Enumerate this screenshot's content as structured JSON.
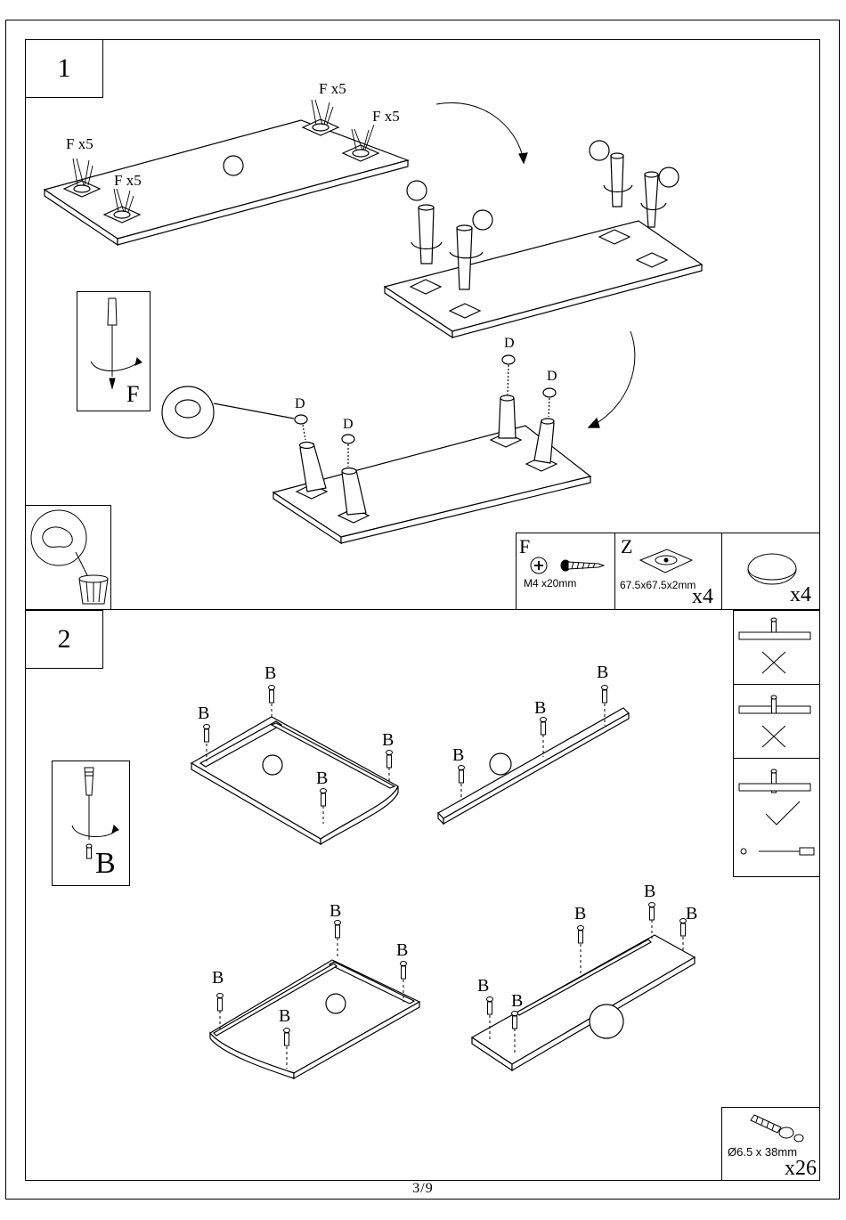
{
  "step1": {
    "number": "1",
    "labels": {
      "screw_count_a": "F x5",
      "screw_count_b": "F x5",
      "screw_count_c": "F x5",
      "screw_count_d": "F x5",
      "cap_d1": "D",
      "cap_d2": "D",
      "cap_d3": "D",
      "cap_d4": "D"
    },
    "tool_letter": "F",
    "parts": {
      "screw": {
        "letter": "F",
        "size": "M4 x20mm"
      },
      "plate": {
        "letter": "Z",
        "size": "67.5x67.5x2mm",
        "count": "x4"
      },
      "cap": {
        "count": "x4"
      }
    }
  },
  "step2": {
    "number": "2",
    "tool_letter": "B",
    "cam_bolt_labels": [
      "B",
      "B",
      "B",
      "B",
      "B",
      "B",
      "B",
      "B",
      "B",
      "B",
      "B",
      "B",
      "B",
      "B",
      "B",
      "B"
    ],
    "bolt_part": {
      "size": "Ø6.5 x 38mm",
      "count": "x26"
    }
  },
  "footer": {
    "page": "3/9"
  }
}
